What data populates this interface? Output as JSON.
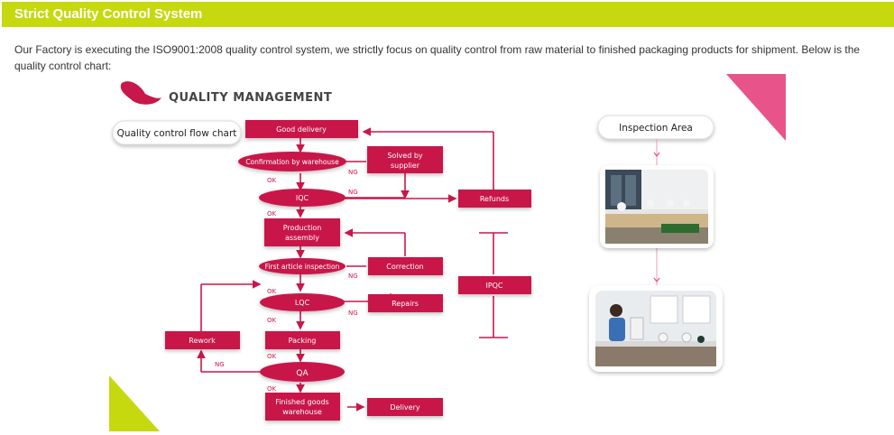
{
  "section": {
    "title": "Strict Quality Control System",
    "intro": "Our Factory is executing the ISO9001:2008 quality control system, we strictly focus on quality control from raw material to finished packaging products for shipment. Below is the quality control chart:"
  },
  "figure": {
    "heading": "QUALITY MANAGEMENT",
    "flow_chart_label": "Quality control flow chart",
    "inspection_label": "Inspection Area",
    "nodes": {
      "good_delivery": "Good delivery",
      "confirmation": "Confirmation by warehouse",
      "solved_supplier": [
        "Solved by",
        "supplier"
      ],
      "iqc": "IQC",
      "refunds": "Refunds",
      "production": [
        "Production",
        "assembly"
      ],
      "first_article": "First article inspection",
      "correction": "Correction",
      "ipqc": "IPQC",
      "lqc": "LQC",
      "repairs": "Repairs",
      "rework": "Rework",
      "packing": "Packing",
      "qa": "QA",
      "finished": [
        "Finished goods",
        "warehouse"
      ],
      "delivery": "Delivery"
    },
    "edge_labels": {
      "ok": "OK",
      "ng": "NG"
    },
    "colors": {
      "brand_green": "#c5d90e",
      "crimson": "#c8174a",
      "pink": "#e8538a"
    }
  }
}
